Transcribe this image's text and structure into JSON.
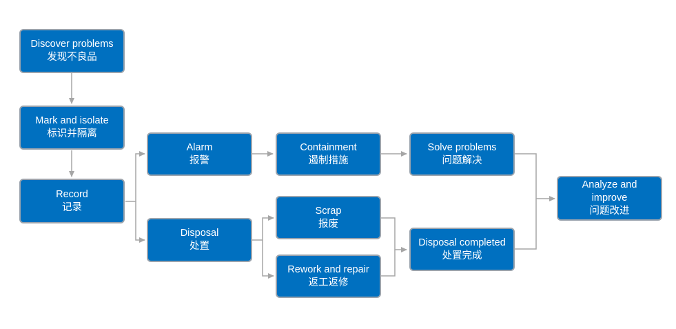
{
  "nodes": {
    "discover": {
      "en": "Discover problems",
      "zh": "发现不良品"
    },
    "mark": {
      "en": "Mark and  isolate",
      "zh": "标识并隔离"
    },
    "record": {
      "en": "Record",
      "zh": "记录"
    },
    "alarm": {
      "en": "Alarm",
      "zh": "报警"
    },
    "disposal": {
      "en": "Disposal",
      "zh": "处置"
    },
    "containment": {
      "en": "Containment",
      "zh": "遏制措施"
    },
    "scrap": {
      "en": "Scrap",
      "zh": "报废"
    },
    "rework": {
      "en": "Rework and repair",
      "zh": "返工返修"
    },
    "solve": {
      "en": "Solve problems",
      "zh": "问题解决"
    },
    "disposal_completed": {
      "en": "Disposal completed",
      "zh": "处置完成"
    },
    "analyze": {
      "en": "Analyze and\nimprove",
      "zh": "问题改进"
    }
  },
  "colors": {
    "box_fill": "#0070c0",
    "box_border": "#9aa3ad",
    "connector": "#a6a6a6",
    "text": "#ffffff"
  }
}
